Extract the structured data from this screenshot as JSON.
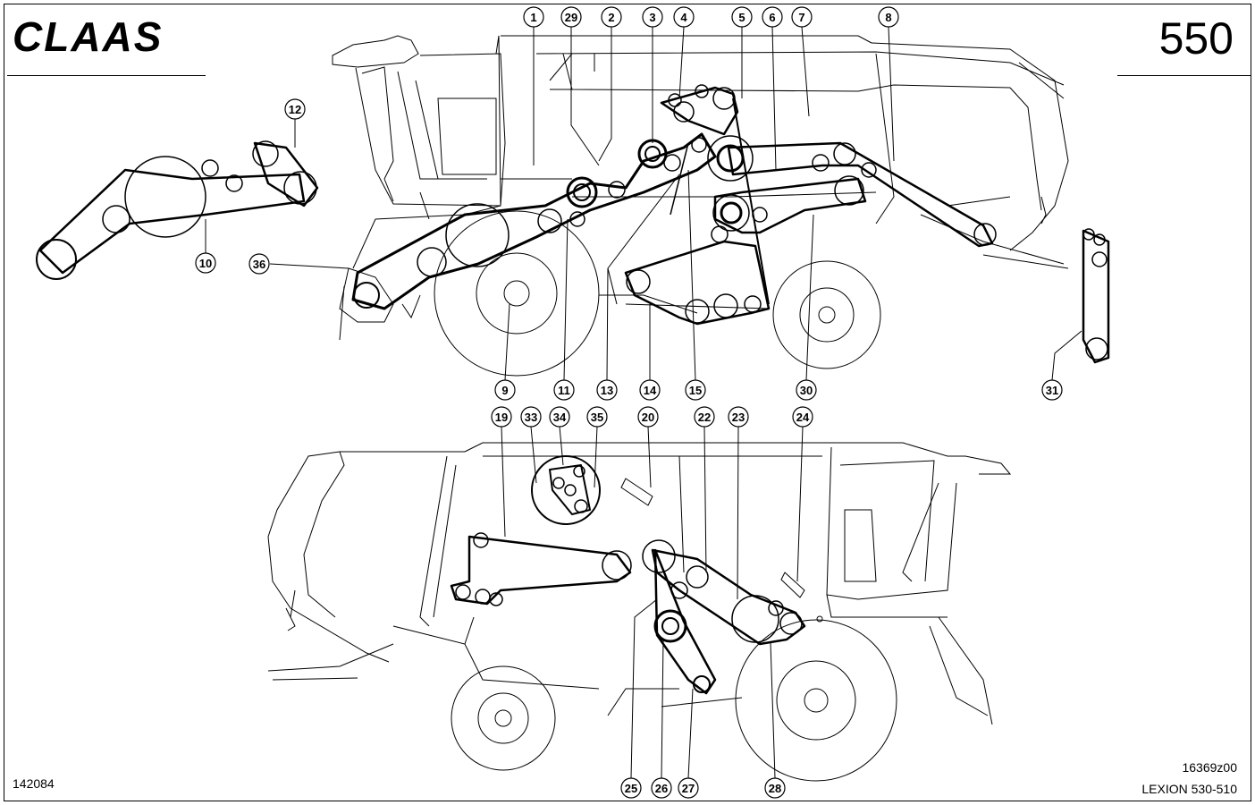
{
  "brand": "CLAAS",
  "sheet_number": "550",
  "document_code": "16369z00",
  "model": "LEXION 530-510",
  "drawing_number": "142084",
  "callouts": [
    "1",
    "29",
    "2",
    "3",
    "4",
    "5",
    "6",
    "7",
    "8",
    "12",
    "10",
    "36",
    "9",
    "11",
    "13",
    "14",
    "15",
    "30",
    "31",
    "19",
    "33",
    "34",
    "35",
    "20",
    "22",
    "23",
    "24",
    "25",
    "26",
    "27",
    "28"
  ]
}
